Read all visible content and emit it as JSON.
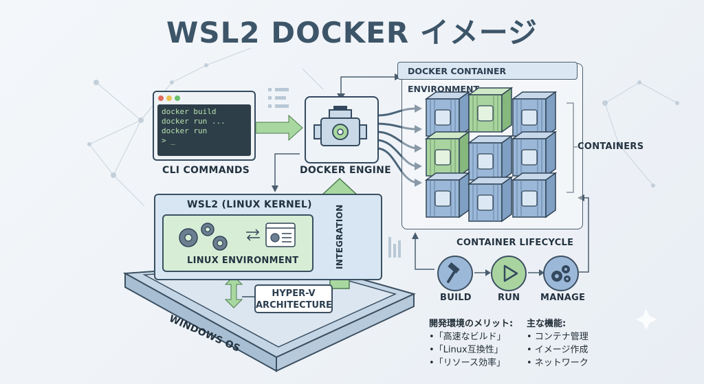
{
  "title": "WSL2 DOCKER イメージ",
  "cli": {
    "label": "CLI COMMANDS",
    "lines": [
      "docker build",
      "docker run ...",
      "docker run",
      "> _"
    ]
  },
  "engine": {
    "label": "DOCKER ENGINE"
  },
  "docker_env": {
    "title": "DOCKER CONTAINER ENVIRONMENT",
    "containers_label": "CONTAINERS"
  },
  "wsl2": {
    "label": "WSL2 (LINUX KERNEL)",
    "linux_env_label": "LINUX ENVIRONMENT",
    "integration_label": "INTEGRATION"
  },
  "hyperv": {
    "line1": "HYPER-V",
    "line2": "ARCHITECTURE"
  },
  "windows": {
    "label": "WINDOWS OS"
  },
  "lifecycle": {
    "title": "CONTAINER LIFECYCLE",
    "steps": [
      {
        "label": "BUILD"
      },
      {
        "label": "RUN"
      },
      {
        "label": "MANAGE"
      }
    ]
  },
  "merits": {
    "heading": "開発環境のメリット:",
    "items": [
      "•「高速なビルド」",
      "•「Linux互換性」",
      "•「リソース効率」"
    ]
  },
  "features": {
    "heading": "主な機能:",
    "items": [
      "• コンテナ管理",
      "• イメージ作成",
      "• ネットワーク"
    ]
  },
  "colors": {
    "blue_cube": "#9cb8d8",
    "green_cube": "#a9d4a0",
    "outline": "#34495e",
    "arrow_green": "#a8d8a0"
  }
}
